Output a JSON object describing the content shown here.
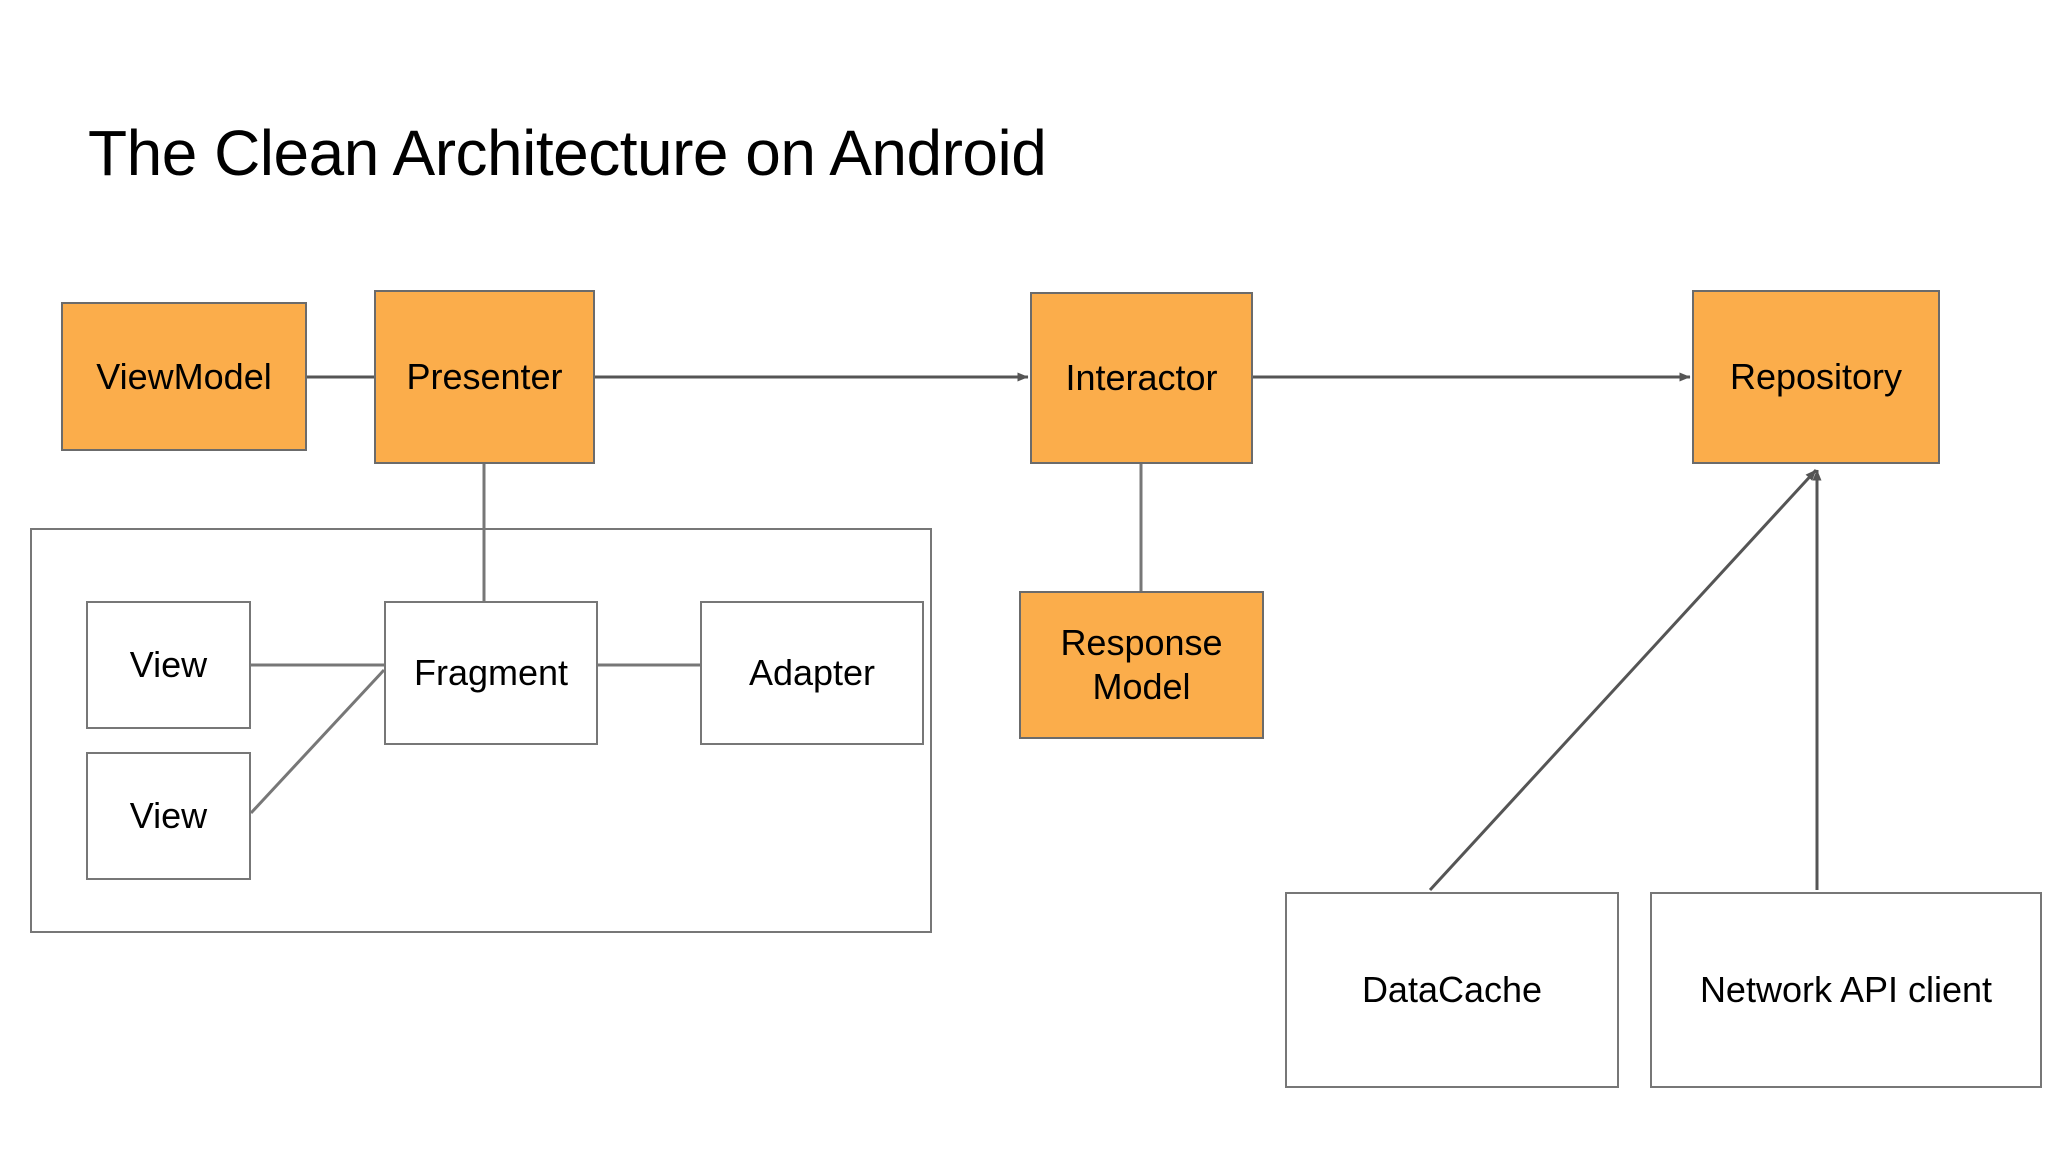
{
  "slide": {
    "title": "The Clean Architecture on Android",
    "background_color": "#ffffff",
    "accent_color": "#FBAD4B",
    "line_color": "#555555",
    "text_color": "#000000"
  },
  "nodes": {
    "view_model": {
      "label": "ViewModel",
      "style": "orange"
    },
    "presenter": {
      "label": "Presenter",
      "style": "orange"
    },
    "interactor": {
      "label": "Interactor",
      "style": "orange"
    },
    "repository": {
      "label": "Repository",
      "style": "orange"
    },
    "response_model": {
      "label": "Response\nModel",
      "style": "orange"
    },
    "view_top": {
      "label": "View",
      "style": "plain"
    },
    "view_bottom": {
      "label": "View",
      "style": "plain"
    },
    "fragment": {
      "label": "Fragment",
      "style": "plain"
    },
    "adapter": {
      "label": "Adapter",
      "style": "plain"
    },
    "data_cache": {
      "label": "DataCache",
      "style": "plain"
    },
    "network_api_client": {
      "label": "Network API client",
      "style": "plain"
    }
  },
  "groups": {
    "android_ui_container": {
      "label": ""
    }
  },
  "edges": [
    {
      "from": "view_model",
      "to": "presenter",
      "arrow": false
    },
    {
      "from": "presenter",
      "to": "interactor",
      "arrow": true
    },
    {
      "from": "interactor",
      "to": "repository",
      "arrow": true
    },
    {
      "from": "presenter",
      "to": "fragment",
      "arrow": false
    },
    {
      "from": "interactor",
      "to": "response_model",
      "arrow": false
    },
    {
      "from": "view_top",
      "to": "fragment",
      "arrow": false
    },
    {
      "from": "view_bottom",
      "to": "fragment",
      "arrow": false
    },
    {
      "from": "fragment",
      "to": "adapter",
      "arrow": false
    },
    {
      "from": "data_cache",
      "to": "repository",
      "arrow": true
    },
    {
      "from": "network_api_client",
      "to": "repository",
      "arrow": true
    }
  ]
}
